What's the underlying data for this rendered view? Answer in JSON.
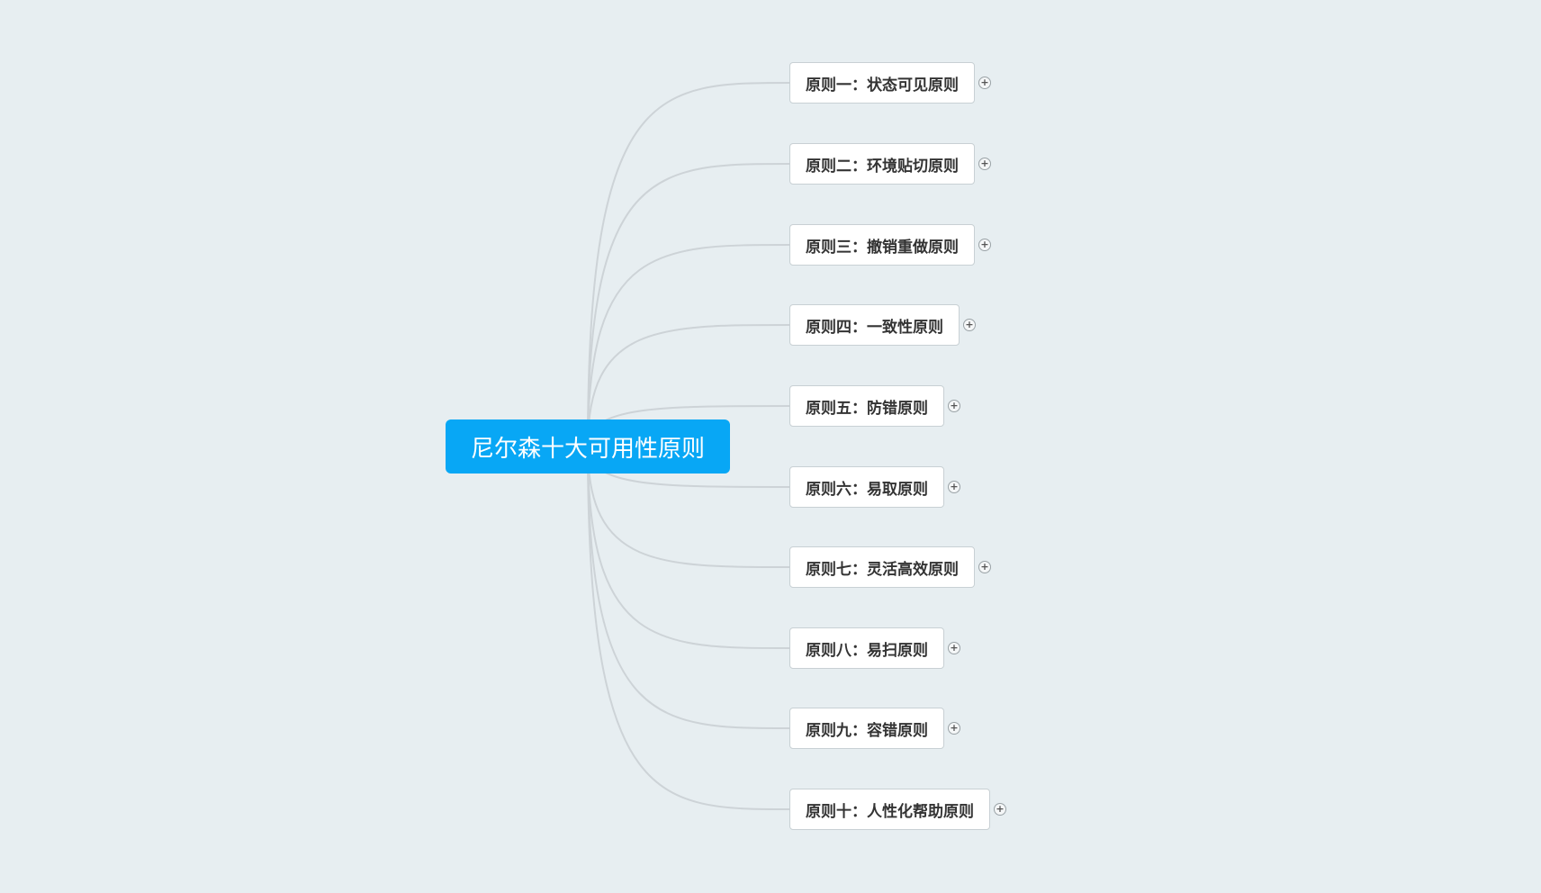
{
  "root": {
    "label": "尼尔森十大可用性原则"
  },
  "branches": [
    {
      "label": "原则一：状态可见原则",
      "expand_symbol": "+"
    },
    {
      "label": "原则二：环境贴切原则",
      "expand_symbol": "+"
    },
    {
      "label": "原则三：撤销重做原则",
      "expand_symbol": "+"
    },
    {
      "label": "原则四：一致性原则",
      "expand_symbol": "+"
    },
    {
      "label": "原则五：防错原则",
      "expand_symbol": "+"
    },
    {
      "label": "原则六：易取原则",
      "expand_symbol": "+"
    },
    {
      "label": "原则七：灵活高效原则",
      "expand_symbol": "+"
    },
    {
      "label": "原则八：易扫原则",
      "expand_symbol": "+"
    },
    {
      "label": "原则九：容错原则",
      "expand_symbol": "+"
    },
    {
      "label": "原则十：人性化帮助原则",
      "expand_symbol": "+"
    }
  ],
  "colors": {
    "background": "#e7eef1",
    "root_fill": "#08a7f5",
    "root_text": "#ffffff",
    "branch_fill": "#ffffff",
    "branch_border": "#c8d0d4",
    "connector": "#cdd3d7"
  }
}
